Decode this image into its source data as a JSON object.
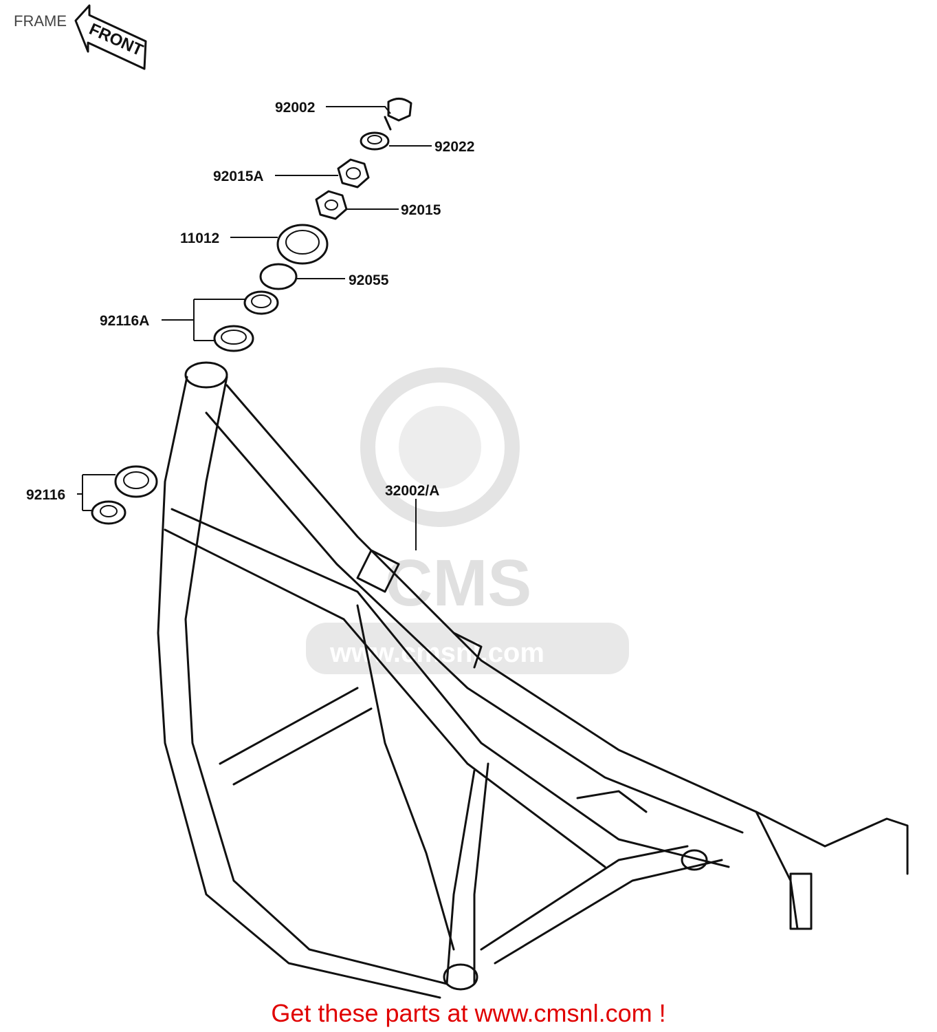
{
  "diagram": {
    "title": "FRAME",
    "front_arrow_label": "FRONT",
    "watermark": {
      "brand": "CMS",
      "url": "www.cmsnl.com"
    },
    "callouts": [
      {
        "id": "92002",
        "label": "92002"
      },
      {
        "id": "92022",
        "label": "92022"
      },
      {
        "id": "92015A",
        "label": "92015A"
      },
      {
        "id": "92015",
        "label": "92015"
      },
      {
        "id": "11012",
        "label": "11012"
      },
      {
        "id": "92055",
        "label": "92055"
      },
      {
        "id": "92116A",
        "label": "92116A"
      },
      {
        "id": "92116",
        "label": "92116"
      },
      {
        "id": "32002A",
        "label": "32002/A"
      }
    ],
    "promo_text": "Get these parts at www.cmsnl.com !"
  }
}
